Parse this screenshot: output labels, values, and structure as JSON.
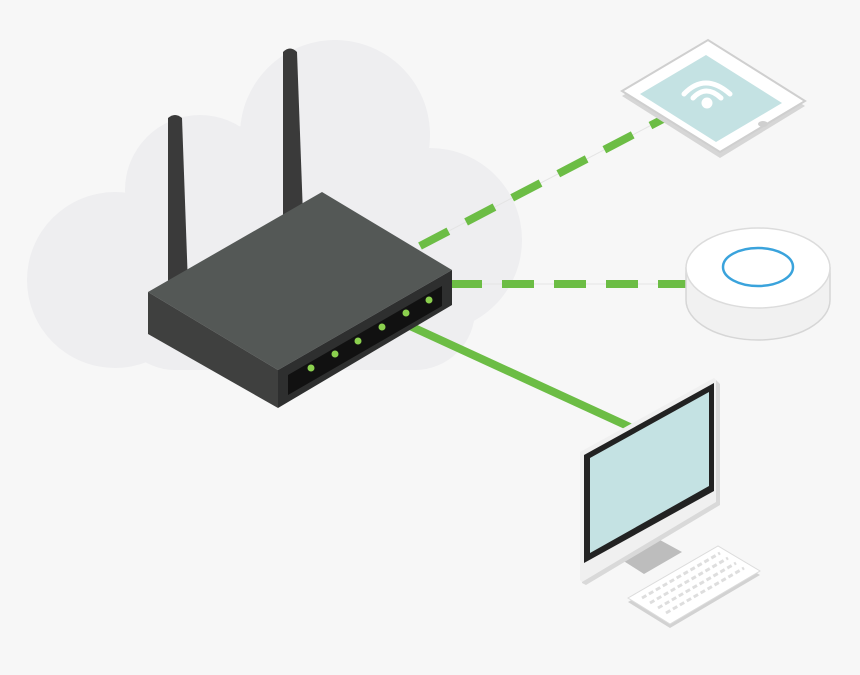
{
  "colors": {
    "background": "#f7f7f7",
    "cloud": "#eeeef0",
    "link_green": "#6cbd45",
    "router_top": "#545856",
    "router_left": "#3f403f",
    "router_right": "#2e2f2f",
    "led_green": "#8bd04e",
    "screen": "#c4e2e3",
    "device_white": "#ffffff",
    "device_gray": "#d9d9d9",
    "accent_blue": "#3aa3dc"
  },
  "icons": [
    "cloud-icon",
    "router-icon",
    "tablet-icon",
    "wifi-icon",
    "access-point-icon",
    "desktop-monitor-icon",
    "keyboard-icon"
  ],
  "connections": [
    {
      "from": "router",
      "to": "tablet",
      "style": "dashed"
    },
    {
      "from": "router",
      "to": "access-point",
      "style": "dashed"
    },
    {
      "from": "router",
      "to": "desktop",
      "style": "solid"
    }
  ]
}
